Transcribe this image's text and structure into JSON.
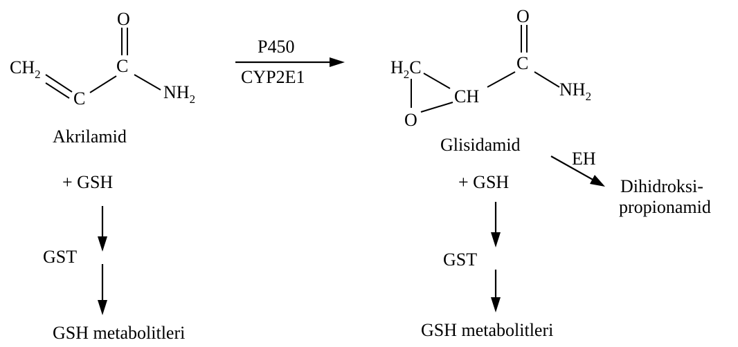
{
  "acrylamide": {
    "ch2": "CH",
    "ch2_sub": "2",
    "c_alpha": "C",
    "c_carbonyl": "C",
    "oxygen": "O",
    "nh2": "NH",
    "nh2_sub": "2",
    "name": "Akrilamid"
  },
  "conversion": {
    "enzyme_top": "P450",
    "enzyme_bottom": "CYP2E1"
  },
  "glycidamide": {
    "h2c": "H",
    "h2c_sub": "2",
    "h2c_c": "C",
    "ch": "CH",
    "epoxide_o": "O",
    "c_carbonyl": "C",
    "oxygen": "O",
    "nh2": "NH",
    "nh2_sub": "2",
    "name": "Glisidamid"
  },
  "hydrolysis": {
    "enzyme": "EH",
    "product_line1": "Dihidroksi-",
    "product_line2": "propionamid"
  },
  "left_path": {
    "reagent": "+ GSH",
    "enzyme": "GST",
    "product": "GSH metabolitleri"
  },
  "right_path": {
    "reagent": "+ GSH",
    "enzyme": "GST",
    "product": "GSH metabolitleri"
  }
}
